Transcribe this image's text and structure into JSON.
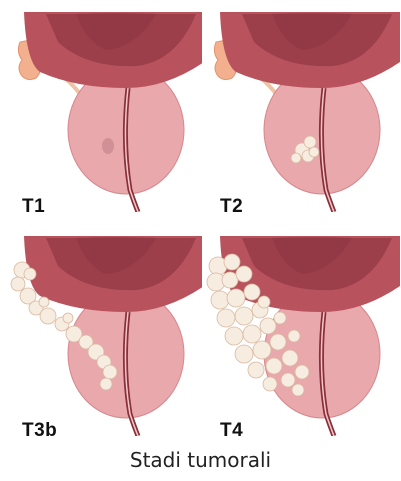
{
  "caption": "Stadi tumorali",
  "stages": [
    {
      "label": "T1",
      "extent": "small focus inside the prostate"
    },
    {
      "label": "T2",
      "extent": "tumor confined to the prostate"
    },
    {
      "label": "T3b",
      "extent": "spread into the seminal vesicle"
    },
    {
      "label": "T4",
      "extent": "invading nearby structures"
    }
  ],
  "colors": {
    "bladder": "#b8525c",
    "bladder_inner": "#9c3f4b",
    "prostate": "#e8a8ac",
    "urethra": "#8a2f3a",
    "vesicle": "#f3b08e",
    "tumor": "#f7ece0"
  }
}
